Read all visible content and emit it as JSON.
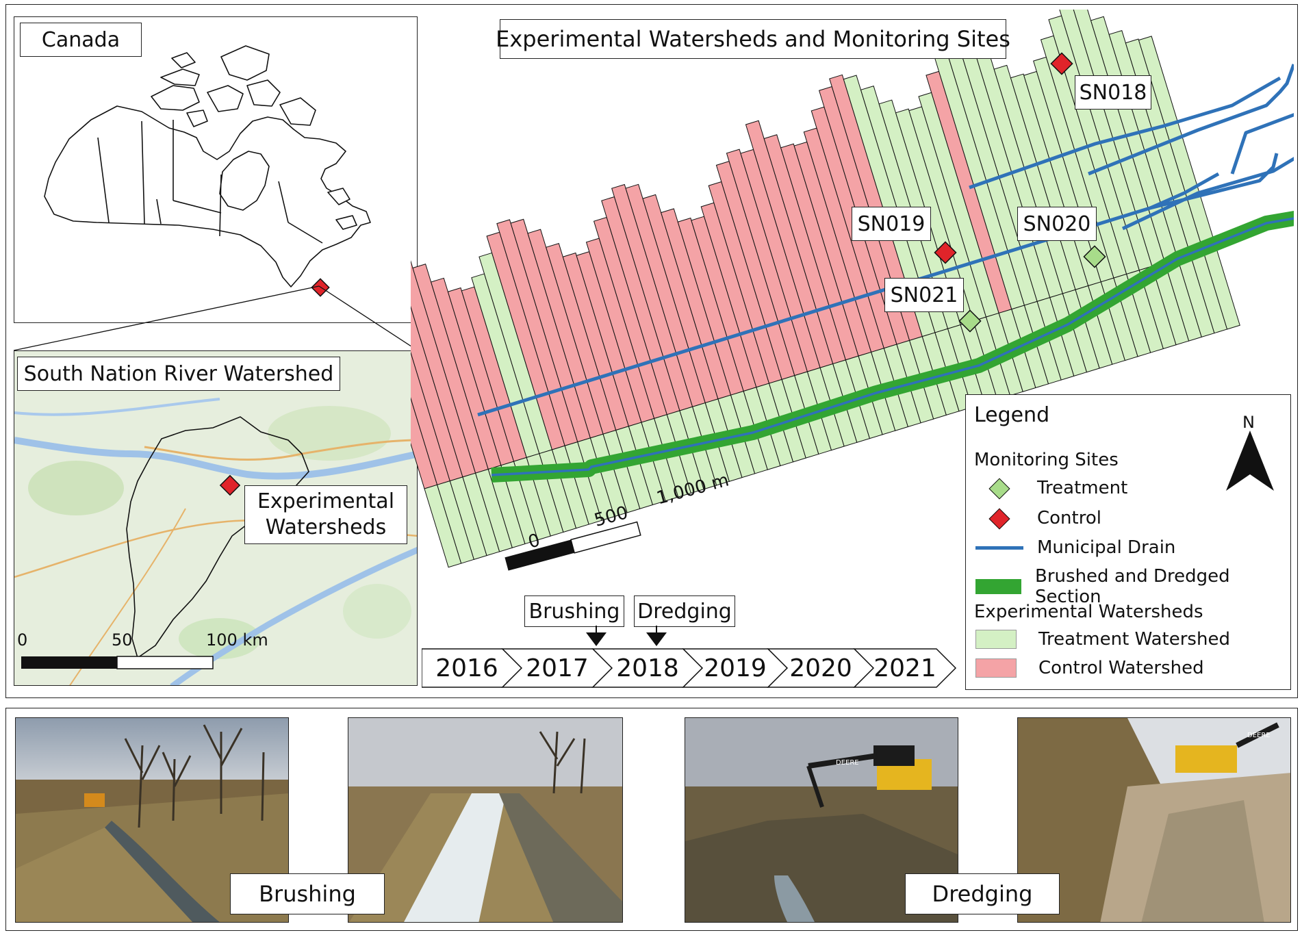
{
  "canada_map": {
    "title": "Canada"
  },
  "regional_map": {
    "title": "South Nation River Watershed",
    "callout": "Experimental\nWatersheds",
    "scale": [
      "0",
      "50",
      "100 km"
    ]
  },
  "site_map": {
    "title": "Experimental Watersheds and Monitoring Sites",
    "sites": [
      {
        "id": "SN018",
        "type": "Control"
      },
      {
        "id": "SN019",
        "type": "Control"
      },
      {
        "id": "SN020",
        "type": "Treatment"
      },
      {
        "id": "SN021",
        "type": "Treatment"
      }
    ],
    "scale": [
      "0",
      "500",
      "1,000 m"
    ],
    "north": "N"
  },
  "legend": {
    "title": "Legend",
    "monitoring_sites": "Monitoring Sites",
    "treatment": "Treatment",
    "control": "Control",
    "municipal_drain": "Municipal Drain",
    "brushed_dredged": "Brushed and Dredged Section",
    "experimental_watersheds": "Experimental Watersheds",
    "treatment_watershed": "Treatment Watershed",
    "control_watershed": "Control Watershed"
  },
  "timeline": {
    "years": [
      "2016",
      "2017",
      "2018",
      "2019",
      "2020",
      "2021"
    ],
    "events": [
      {
        "label": "Brushing",
        "year_position": 2017.9
      },
      {
        "label": "Dredging",
        "year_position": 2018.6
      }
    ]
  },
  "photos": {
    "brushing_label": "Brushing",
    "dredging_label": "Dredging",
    "equipment_brand": "DEERE"
  },
  "colors": {
    "control_fill": "#f4a3a6",
    "treatment_fill": "#d4f0c4",
    "drain": "#2f72b8",
    "brushed_dredged": "#33a532",
    "control_marker": "#e0242a",
    "treatment_marker": "#a8dc8a"
  }
}
